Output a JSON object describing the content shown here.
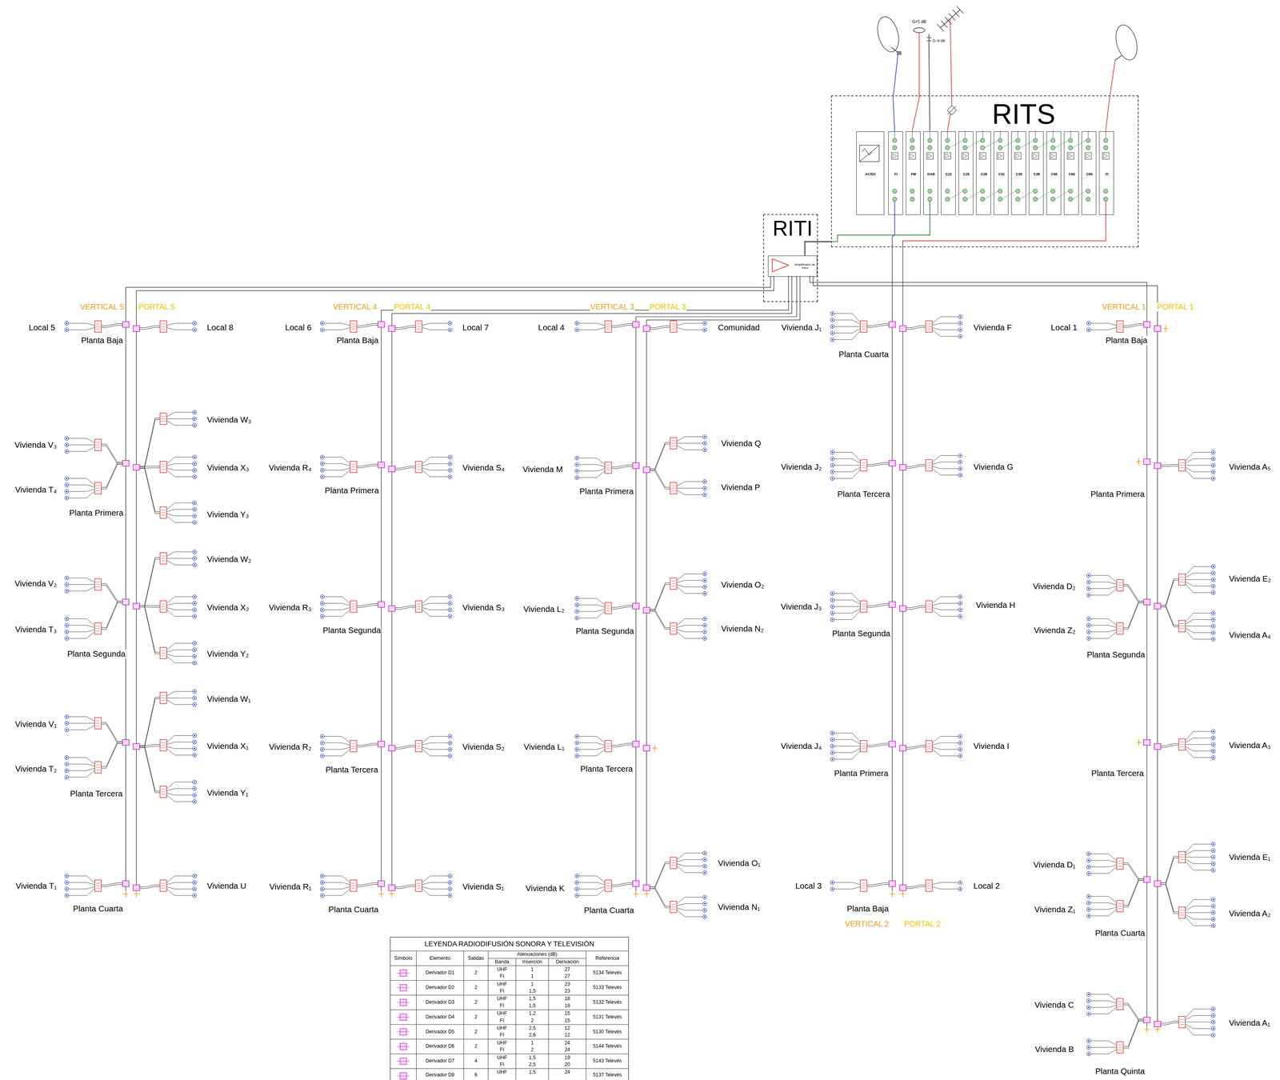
{
  "diagram": {
    "nodes": [
      {
        "text": [
          "RITS"
        ]
      },
      {
        "text": [
          "AC/DC"
        ],
        "in": 0
      },
      {
        "text": [
          "FI"
        ],
        "in": 0
      },
      {
        "text": [
          "FM"
        ],
        "in": 0
      },
      {
        "text": [
          "DAB"
        ],
        "in": 0
      },
      {
        "text": [
          "C22"
        ],
        "in": 0
      },
      {
        "text": [
          "C25"
        ],
        "in": 0
      },
      {
        "text": [
          "C28"
        ],
        "in": 0
      },
      {
        "text": [
          "C32"
        ],
        "in": 0
      },
      {
        "text": [
          "C35"
        ],
        "in": 0
      },
      {
        "text": [
          "C38"
        ],
        "in": 0
      },
      {
        "text": [
          "C50"
        ],
        "in": 0
      },
      {
        "text": [
          "C60"
        ],
        "in": 0
      },
      {
        "text": [
          "C65"
        ],
        "in": 0
      },
      {
        "text": [
          "FI"
        ],
        "in": 0
      },
      {
        "text": [
          "RITI"
        ]
      },
      {
        "text": [
          "Amplificador de línea"
        ],
        "in": 15
      }
    ],
    "edges": [
      {
        "from": 0,
        "to": 16,
        "arrow": "none"
      }
    ],
    "labels": [
      "G=1 dB",
      "G=8 dB",
      "VERTICAL 5",
      "PORTAL 5",
      "Local 5",
      "Planta Baja",
      "Local 8",
      "Vivienda V₃",
      "Vivienda T₄",
      "Planta Primera",
      "Vivienda W₃",
      "Vivienda X₃",
      "Vivienda Y₃",
      "Vivienda V₂",
      "Vivienda T₃",
      "Planta Segunda",
      "Vivienda W₂",
      "Vivienda X₂",
      "Vivienda Y₂",
      "Vivienda V₁",
      "Vivienda T₂",
      "Planta Tercera",
      "Vivienda W₁",
      "Vivienda X₁",
      "Vivienda Y₁",
      "Vivienda T₁",
      "Planta Cuarta",
      "Vivienda U",
      "VERTICAL 4",
      "PORTAL 4",
      "Local 6",
      "Planta Baja",
      "Local 7",
      "Vivienda R₄",
      "Planta Primera",
      "Vivienda S₄",
      "Vivienda R₃",
      "Planta Segunda",
      "Vivienda S₃",
      "Vivienda R₂",
      "Planta Tercera",
      "Vivienda S₂",
      "Vivienda R₁",
      "Planta Cuarta",
      "Vivienda S₁",
      "VERTICAL 3",
      "PORTAL 3",
      "Local 4",
      "Comunidad",
      "Vivienda M",
      "Planta Primera",
      "Vivienda Q",
      "Vivienda P",
      "Vivienda L₂",
      "Planta Segunda",
      "Vivienda O₂",
      "Vivienda N₂",
      "Vivienda L₁",
      "Planta Tercera",
      "Vivienda K",
      "Planta Cuarta",
      "Vivienda O₁",
      "Vivienda N₁",
      "Vivienda J₁",
      "Planta Cuarta",
      "Vivienda F",
      "Vivienda J₂",
      "Planta Tercera",
      "Vivienda G",
      "Vivienda J₃",
      "Planta Segunda",
      "Vivienda H",
      "Vivienda J₄",
      "Planta Primera",
      "Vivienda I",
      "Local 3",
      "Planta Baja",
      "Local 2",
      "VERTICAL 2",
      "PORTAL 2",
      "VERTICAL 1",
      "PORTAL 1",
      "Local 1",
      "Planta Baja",
      "Vivienda A₅",
      "Planta Primera",
      "Vivienda D₂",
      "Vivienda Z₂",
      "Planta Segunda",
      "Vivienda E₂",
      "Vivienda A₄",
      "Vivienda A₃",
      "Planta Tercera",
      "Vivienda D₁",
      "Vivienda Z₁",
      "Planta Cuarta",
      "Vivienda E₁",
      "Vivienda A₂",
      "Vivienda C",
      "Vivienda B",
      "Planta Quinta",
      "Vivienda A₁",
      "LEYENDA RADIODIFUSIÓN SONORA Y TELEVISIÓN",
      "Símbolo",
      "Elemento",
      "Salidas",
      "Atenuaciones (dB)",
      "Banda",
      "Inserción",
      "Derivación",
      "Referencia",
      "Derivador D1",
      "2",
      "UHF",
      "FI",
      "1",
      "1",
      "27",
      "27",
      "5134 Televés",
      "Derivador D2",
      "2",
      "UHF",
      "FI",
      "1",
      "1,5",
      "23",
      "23",
      "5133 Televés",
      "Derivador D3",
      "2",
      "UHF",
      "FI",
      "1,5",
      "1,5",
      "18",
      "19",
      "5132 Televés",
      "Derivador D4",
      "2",
      "UHF",
      "FI",
      "1,2",
      "2",
      "15",
      "15",
      "5131 Televés",
      "Derivador D5",
      "2",
      "UHF",
      "FI",
      "2,5",
      "2,6",
      "12",
      "12",
      "5130 Televés",
      "Derivador D6",
      "2",
      "UHF",
      "FI",
      "1",
      "2",
      "24",
      "24",
      "5144 Televés",
      "Derivador D7",
      "4",
      "UHF",
      "FI",
      "1,5",
      "2,5",
      "19",
      "20",
      "5143 Televés",
      "Derivador D8",
      "6",
      "UHF",
      "1,5",
      "24",
      "5137 Televés"
    ]
  }
}
